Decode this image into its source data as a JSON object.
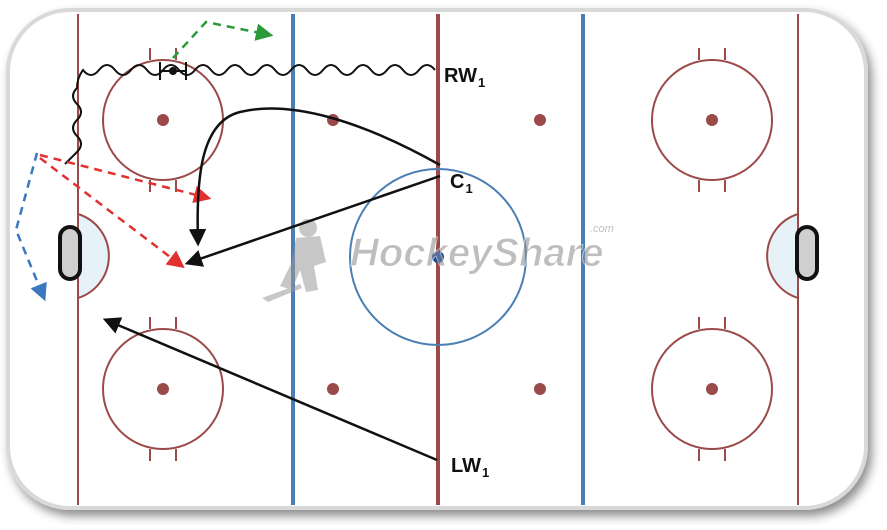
{
  "diagram": {
    "players": {
      "rw": {
        "name": "RW",
        "sub": "1"
      },
      "c": {
        "name": "C",
        "sub": "1"
      },
      "lw": {
        "name": "LW",
        "sub": "1"
      }
    },
    "watermark": {
      "brand": "HockeyShare",
      "suffix": ".com"
    },
    "colors": {
      "rink_red": "#9b4a4a",
      "blue_line": "#4a7fb5",
      "pass": "#e03030",
      "option_blue": "#3a78c0",
      "green_move": "#2a9a3a",
      "stroke": "#111111"
    }
  }
}
